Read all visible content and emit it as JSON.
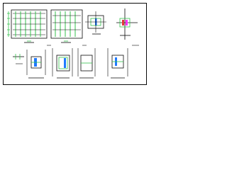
{
  "image": {
    "background": "#ffffff",
    "border_color": "#0a0a0a",
    "line_color": "#0a0a0a",
    "accent_green": "#35c24d",
    "accent_blue": "#1f79ff",
    "accent_magenta": "#ff33ff",
    "accent_red": "#e23a3a"
  },
  "drawing": {
    "panels": [
      {
        "name": "reinforcement-elevation-1"
      },
      {
        "name": "reinforcement-elevation-2"
      },
      {
        "name": "column-section-1"
      },
      {
        "name": "column-section-2"
      },
      {
        "name": "detail-a"
      },
      {
        "name": "detail-b"
      },
      {
        "name": "detail-c"
      },
      {
        "name": "detail-d"
      },
      {
        "name": "detail-e"
      }
    ]
  }
}
